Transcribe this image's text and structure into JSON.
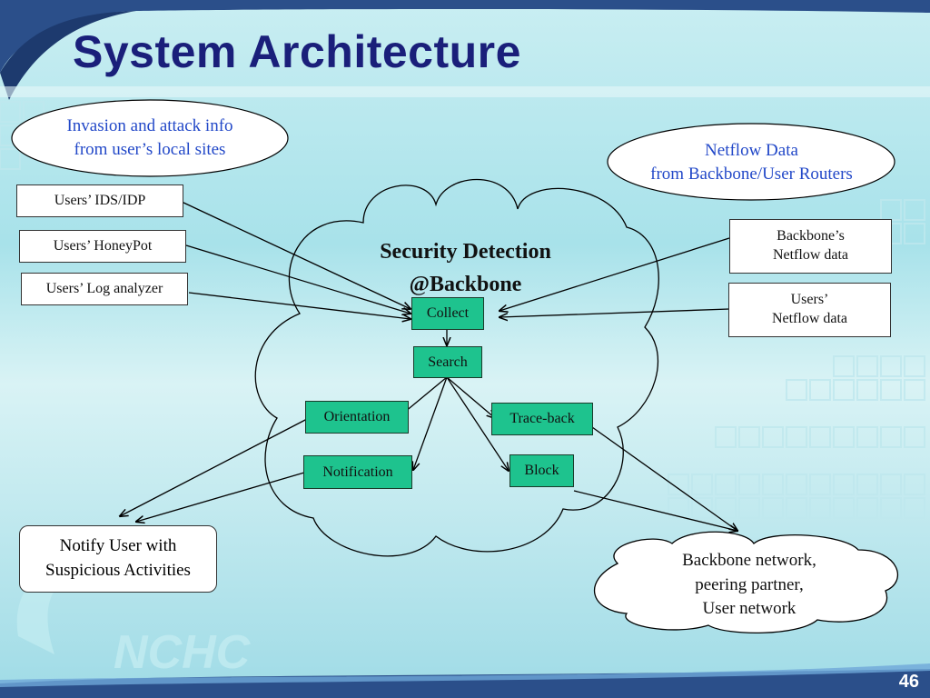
{
  "slide": {
    "title": "System Architecture",
    "page_number": "46",
    "watermark": "NCHC"
  },
  "ovals": {
    "local_sites": "Invasion and attack info\nfrom user’s local sites",
    "netflow": "Netflow Data\nfrom Backbone/User Routers"
  },
  "left_sources": [
    "Users’ IDS/IDP",
    "Users’ HoneyPot",
    "Users’ Log analyzer"
  ],
  "right_sources": [
    "Backbone’s\nNetflow data",
    "Users’\nNetflow data"
  ],
  "cloud": {
    "title": "Security Detection\n@Backbone"
  },
  "stages": {
    "collect": "Collect",
    "search": "Search",
    "orientation": "Orientation",
    "trace_back": "Trace-back",
    "notification": "Notification",
    "block": "Block"
  },
  "outputs": {
    "notify": "Notify User with\nSuspicious Activities",
    "network": "Backbone network,\npeering partner,\nUser network"
  },
  "colors": {
    "title": "#1a1f7a",
    "stage_fill": "#1ec38e",
    "oval_text": "#2248c8",
    "band": "#2b4f8a"
  }
}
